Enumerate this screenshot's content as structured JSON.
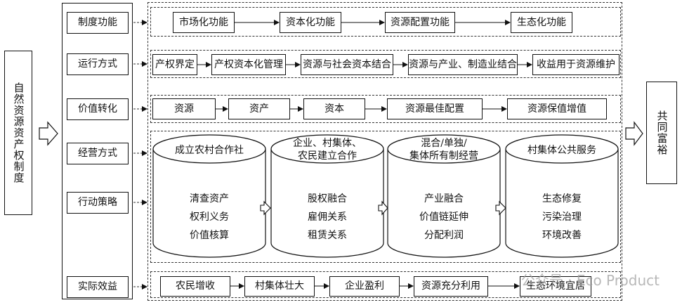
{
  "left_label": "自然资源资产权制度",
  "right_label": "共同富裕",
  "categories": [
    "制度功能",
    "运行方式",
    "价值转化",
    "经营方式",
    "行动策略",
    "实际效益"
  ],
  "row_function": [
    "市场化功能",
    "资本化功能",
    "资源配置功能",
    "生态化功能"
  ],
  "row_operation": [
    "产权界定",
    "产权资本化管理",
    "资源与社会资本结合",
    "资源与产业、制造业结合",
    "收益用于资源维护"
  ],
  "row_value": [
    "资源",
    "资产",
    "资本",
    "资源最佳配置",
    "资源保值增值"
  ],
  "cylinders": [
    {
      "title": "成立农村合作社",
      "items": [
        "清查资产",
        "权利义务",
        "价值核算"
      ]
    },
    {
      "title": "企业、村集体、\n农民建立合作",
      "items": [
        "股权融合",
        "雇佣关系",
        "租赁关系"
      ]
    },
    {
      "title": "混合/单独/\n集体所有制经营",
      "items": [
        "产业融合",
        "价值链延伸",
        "分配利润"
      ]
    },
    {
      "title": "村集体公共服务",
      "items": [
        "生态修复",
        "污染治理",
        "环境改善"
      ]
    }
  ],
  "row_benefit": [
    "农民增收",
    "村集体壮大",
    "企业盈利",
    "资源充分利用",
    "生态环境宜居"
  ],
  "watermark": "公众号 · Eco Product",
  "colors": {
    "line": "#111111",
    "dash": "#333333"
  }
}
